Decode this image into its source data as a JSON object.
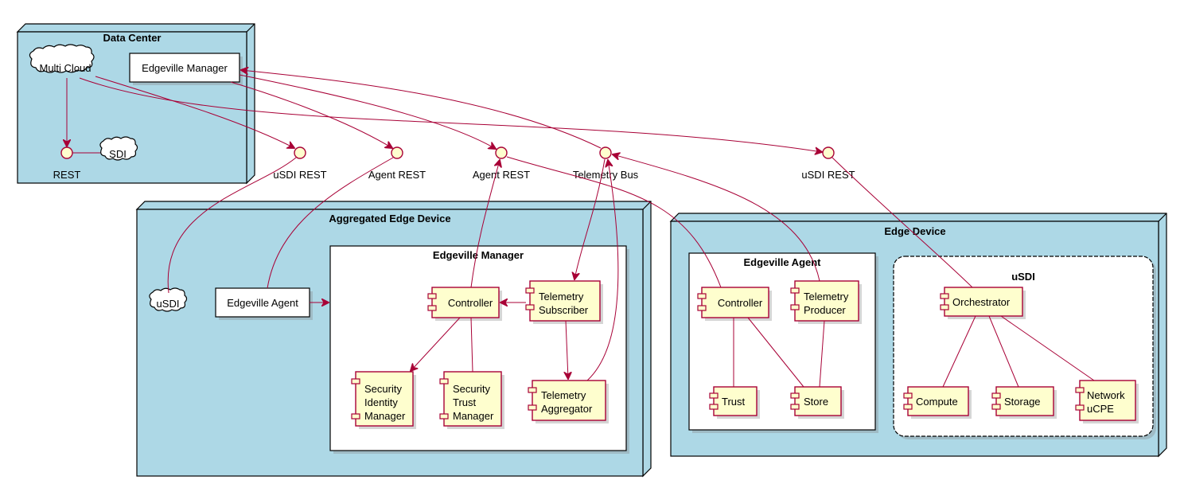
{
  "nodes": {
    "data_center": "Data Center",
    "aggregated_edge_device": "Aggregated Edge Device",
    "edge_device": "Edge Device"
  },
  "data_center": {
    "multi_cloud": "Multi Cloud",
    "edgeville_manager": "Edgeville Manager",
    "sdi": "SDI",
    "rest": "REST"
  },
  "interfaces": {
    "usdi_rest_1": "uSDI REST",
    "agent_rest_1": "Agent REST",
    "agent_rest_2": "Agent REST",
    "telemetry_bus": "Telemetry Bus",
    "usdi_rest_2": "uSDI REST"
  },
  "aggregated": {
    "usdi": "uSDI",
    "edgeville_agent": "Edgeville Agent",
    "manager_title": "Edgeville Manager",
    "controller": "Controller",
    "telemetry_subscriber": [
      "Telemetry",
      "Subscriber"
    ],
    "security_identity_manager": [
      "Security",
      "Identity",
      "Manager"
    ],
    "security_trust_manager": [
      "Security",
      "Trust",
      "Manager"
    ],
    "telemetry_aggregator": [
      "Telemetry",
      "Aggregator"
    ]
  },
  "edge": {
    "agent_title": "Edgeville Agent",
    "controller": "Controller",
    "telemetry_producer": [
      "Telemetry",
      "Producer"
    ],
    "trust": "Trust",
    "store": "Store",
    "usdi_title": "uSDI",
    "orchestrator": "Orchestrator",
    "compute": "Compute",
    "storage": "Storage",
    "network_ucpe": [
      "Network",
      "uCPE"
    ]
  },
  "colors": {
    "node_fill": "#ADD8E6",
    "component_fill": "#FEFECE",
    "edge_color": "#A80036"
  }
}
